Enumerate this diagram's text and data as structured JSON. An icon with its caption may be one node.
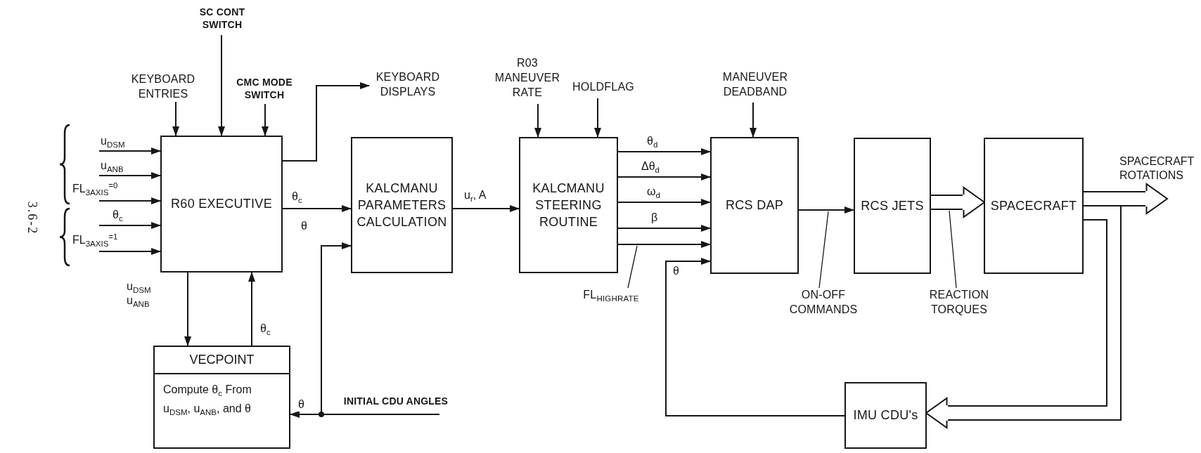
{
  "diagram": {
    "nodes": [
      {
        "text": [
          "KEYBOARD ENTRIES"
        ]
      },
      {
        "text": [
          "SC CONT SWITCH"
        ]
      },
      {
        "text": [
          "CMC MODE SWITCH"
        ]
      },
      {
        "text": [
          "R60 EXECUTIVE"
        ]
      },
      {
        "text": [
          "KEYBOARD DISPLAYS"
        ]
      },
      {
        "text": [
          "KALCMANU PARAMETERS CALCULATION"
        ]
      },
      {
        "text": [
          "R03 MANEUVER RATE"
        ]
      },
      {
        "text": [
          "HOLDFLAG"
        ]
      },
      {
        "text": [
          "KALCMANU STEERING ROUTINE"
        ]
      },
      {
        "text": [
          "MANEUVER DEADBAND"
        ]
      },
      {
        "text": [
          "RCS DAP"
        ]
      },
      {
        "text": [
          "RCS JETS"
        ]
      },
      {
        "text": [
          "SPACECRAFT"
        ]
      },
      {
        "text": [
          "VECPOINT",
          "Compute θ$_{c}$ From u$_{DSM}$, u$_{ANB}$, and θ"
        ]
      },
      {
        "text": [
          "INITIAL CDU ANGLES"
        ]
      },
      {
        "text": [
          "FL$_{HIGHRATE}$"
        ]
      },
      {
        "text": [
          "ON-OFF COMMANDS"
        ]
      },
      {
        "text": [
          "REACTION TORQUES"
        ]
      },
      {
        "text": [
          "IMU CDU's"
        ]
      }
    ],
    "edges": [
      {
        "from": null,
        "to": 3,
        "arrow": "to",
        "label": "u$_{DSM}$"
      },
      {
        "from": null,
        "to": 3,
        "arrow": "to",
        "label": "u$_{ANB}$"
      },
      {
        "from": null,
        "to": 3,
        "arrow": "to",
        "label": "FL$_{3AXIS}$$^{=0}$"
      },
      {
        "from": null,
        "to": 3,
        "arrow": "to",
        "label": "θ$_{c}$"
      },
      {
        "from": null,
        "to": 3,
        "arrow": "to",
        "label": "FL$_{3AXIS}$$^{=1}$"
      },
      {
        "from": 0,
        "to": 3,
        "arrow": "to"
      },
      {
        "from": 1,
        "to": 3,
        "arrow": "to"
      },
      {
        "from": 2,
        "to": 3,
        "arrow": "to"
      },
      {
        "from": 3,
        "to": 4,
        "arrow": "to"
      },
      {
        "from": 3,
        "to": 5,
        "arrow": "to",
        "label": "θ$_{c}$"
      },
      {
        "from": 3,
        "to": 13,
        "arrow": "to",
        "label": "u$_{DSM}$ u$_{ANB}$"
      },
      {
        "from": 13,
        "to": 3,
        "arrow": "to",
        "label": "θ$_{c}$"
      },
      {
        "from": 14,
        "to": 13,
        "arrow": "to",
        "label": "θ"
      },
      {
        "from": 14,
        "to": 5,
        "arrow": "to",
        "label": "θ"
      },
      {
        "from": 5,
        "to": 8,
        "arrow": "to",
        "label": "u$_{r}$, A"
      },
      {
        "from": 6,
        "to": 8,
        "arrow": "to"
      },
      {
        "from": 7,
        "to": 8,
        "arrow": "to"
      },
      {
        "from": 8,
        "to": 10,
        "arrow": "to",
        "label": "θ$_{d}$"
      },
      {
        "from": 8,
        "to": 10,
        "arrow": "to",
        "label": "Δθ$_{d}$"
      },
      {
        "from": 8,
        "to": 10,
        "arrow": "to",
        "label": "ω$_{d}$"
      },
      {
        "from": 8,
        "to": 10,
        "arrow": "to",
        "label": "β"
      },
      {
        "from": 8,
        "to": 10,
        "arrow": "to"
      },
      {
        "from": 15,
        "to": null,
        "arrow": "none"
      },
      {
        "from": 9,
        "to": 10,
        "arrow": "to"
      },
      {
        "from": 18,
        "to": 10,
        "arrow": "to",
        "label": "θ"
      },
      {
        "from": 10,
        "to": 11,
        "arrow": "to"
      },
      {
        "from": 16,
        "to": null,
        "arrow": "none"
      },
      {
        "from": 11,
        "to": 12,
        "arrow": "to",
        "style": "thick"
      },
      {
        "from": 17,
        "to": null,
        "arrow": "none"
      },
      {
        "from": 12,
        "to": null,
        "arrow": "to",
        "style": "thick",
        "label": "SPACECRAFT ROTATIONS"
      },
      {
        "from": 12,
        "to": 18,
        "arrow": "to",
        "style": "thick"
      }
    ],
    "labels": [
      "3.6-2"
    ]
  }
}
